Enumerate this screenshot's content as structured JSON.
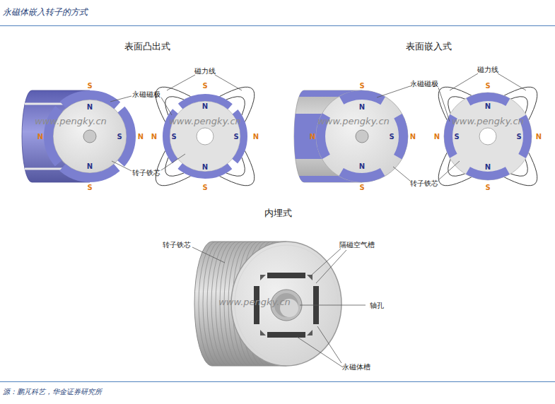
{
  "diagram": {
    "title": "永磁体嵌入转子的方式",
    "caption": "源：鹏芃科艺，华金证券研究所",
    "labels": [
      "表面凸出式",
      "表面嵌入式",
      "内埋式",
      "磁力线",
      "永磁磁极",
      "转子铁芯",
      "磁力线",
      "永磁磁极",
      "转子铁芯",
      "转子铁芯",
      "隔磁空气槽",
      "轴孔",
      "永磁体槽",
      "S",
      "N",
      "S",
      "N",
      "N",
      "S",
      "N",
      "S",
      "N",
      "N",
      "S",
      "S",
      "N",
      "N",
      "S",
      "S",
      "N",
      "S",
      "N",
      "N",
      "S",
      "N",
      "S",
      "N",
      "N",
      "S",
      "S",
      "N",
      "N",
      "S",
      "www.pengky.cn",
      "www.pengky.cn",
      "www.pengky.cn",
      "www.pengky.cn",
      "www.pengky.cn"
    ]
  }
}
